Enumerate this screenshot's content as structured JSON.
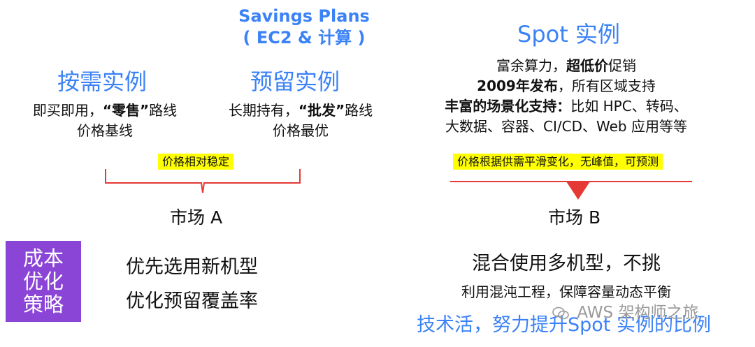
{
  "savings_plans": {
    "title": "Savings Plans",
    "subtitle": "( EC2 & 计算 )"
  },
  "on_demand": {
    "title": "按需实例",
    "line1_prefix": "即买即用，",
    "line1_bold": "“零售”",
    "line1_suffix": "路线",
    "line2": "价格基线"
  },
  "reserved": {
    "title": "预留实例",
    "line1_prefix": "长期持有，",
    "line1_bold": "“批发”",
    "line1_suffix": "路线",
    "line2": "价格最优"
  },
  "spot": {
    "title": "Spot 实例",
    "line1_prefix": "富余算力，",
    "line1_bold": "超低价",
    "line1_suffix": "促销",
    "line2_bold": "2009年发布",
    "line2_suffix": "，所有区域支持",
    "line3_bold": "丰富的场景化支持：",
    "line3_suffix": "比如 HPC、转码、",
    "line4": "大数据、容器、CI/CD、Web 应用等等"
  },
  "price_stable_label": "价格相对稳定",
  "spot_price_label": "价格根据供需平滑变化，无峰值，可预测",
  "market_a": "市场 A",
  "market_b": "市场 B",
  "cost_box": "成本优化策略",
  "strategies_a": [
    "优先选用新机型",
    "优化预留覆盖率"
  ],
  "strategy_b_main": "混合使用多机型，不挑",
  "strategy_b_sub": "利用混沌工程，保障容量动态平衡",
  "strategy_b_blue": "技术活，努力提升Spot 实例的比例",
  "watermark": "AWS 架构师之旅",
  "colors": {
    "blue": "#3b82f6",
    "purple": "#8b45d6",
    "red": "#e53935",
    "highlight": "#ffff00"
  }
}
